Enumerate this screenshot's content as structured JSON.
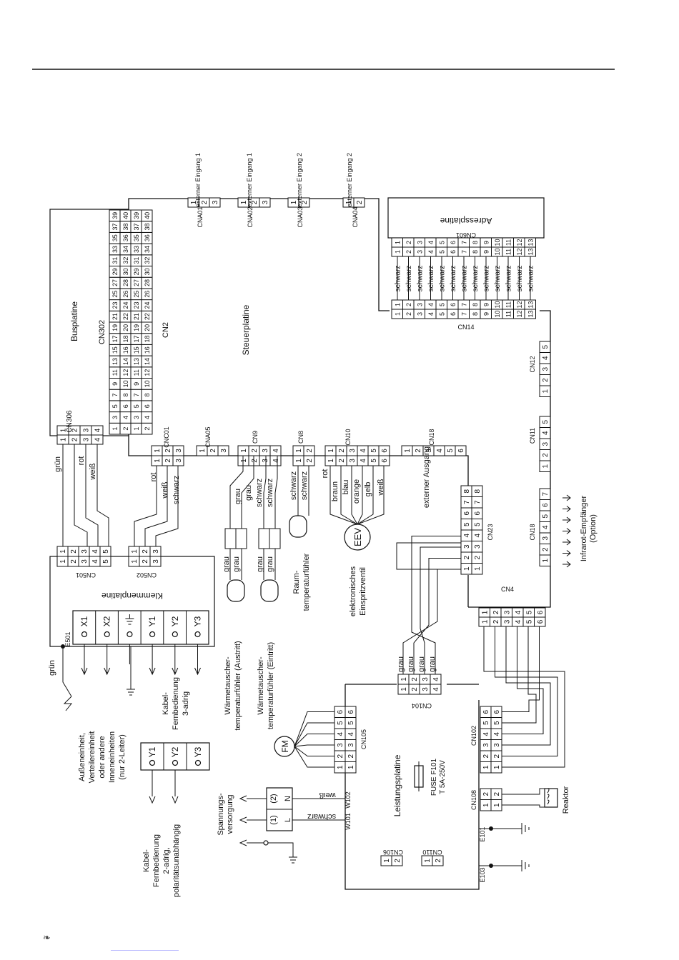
{
  "boards": {
    "bus": "Busplatine",
    "control": "Steuerplatine",
    "terminal": "Klemmenplatine",
    "address": "Adressplatine",
    "power": "Leistungsplatine"
  },
  "connectors": {
    "CN302": "CN302",
    "CN2": "CN2",
    "CN306": "CN306",
    "CNA01": "CNA01",
    "CNA02": "CNA02",
    "CNA03": "CNA03",
    "CNA04": "CNA04",
    "CN601": "CN601",
    "CN14": "CN14",
    "CN12": "CN12",
    "CN11": "CN11",
    "CN18a": "CN18",
    "CN18b": "CN18",
    "CNC01": "CNC01",
    "CNA05": "CNA05",
    "CN9": "CN9",
    "CN8": "CN8",
    "CN10": "CN10",
    "CN23": "CN23",
    "CN4": "CN4",
    "CN501": "CN501",
    "CN502": "CN502",
    "CN104": "CN104",
    "CN105": "CN105",
    "CN102": "CN102",
    "CN108": "CN108",
    "CN106": "CN106",
    "CN110": "CN110",
    "E501": "E501",
    "E101": "E101",
    "E103": "E103",
    "W101": "W101",
    "W102": "W102"
  },
  "inputs": {
    "ext1": "externer Eingang 1",
    "ext2": "externer Eingang 2",
    "ext_out": "externer Ausgang"
  },
  "terminals": {
    "X1": "X1",
    "X2": "X2",
    "Y1": "Y1",
    "Y2": "Y2",
    "Y3": "Y3",
    "L1": "(1)",
    "L": "L",
    "N2": "(2)",
    "N": "N"
  },
  "wires": {
    "gruen": "grün",
    "rot": "rot",
    "weiss": "weiß",
    "schwarz": "schwarz",
    "grau": "grau",
    "braun": "braun",
    "blau": "blau",
    "orange": "orange",
    "gelb": "gelb",
    "weiss2": "weiß",
    "weiss3": "weiß"
  },
  "components": {
    "hx_out": "Wärmetauscher-temperaturfühler (Austritt)",
    "hx_in": "Wärmetauscher-temperaturfühler (Eintritt)",
    "room_l1": "Raum-",
    "room_l2": "temperaturfühler",
    "eev_sym": "EEV",
    "eev_l1": "elektronisches",
    "eev_l2": "Einspritzventil",
    "fm": "FM",
    "ir_l1": "Infrarot-Empfänger",
    "ir_l2": "(Option)",
    "fuse_l1": "FUSE F101",
    "fuse_l2": "T 5A-250V",
    "reactor": "Reaktor",
    "outdoor_l1": "Außeneinheit,",
    "outdoor_l2": "Verteilereinheit",
    "outdoor_l3": "oder andere",
    "outdoor_l4": "Inneneinheiten",
    "outdoor_l5": "(nur 2-Leiter)",
    "remote3_l1": "Kabel-",
    "remote3_l2": "Fernbedienung",
    "remote3_l3": "3-adrig",
    "remote2_l1": "Kabel-",
    "remote2_l2": "Fernbedienung",
    "remote2_l3": "2-adrig,",
    "remote2_l4": "polaritätsunabhängig",
    "supply_l1": "Spannungs-",
    "supply_l2": "versorgung"
  }
}
